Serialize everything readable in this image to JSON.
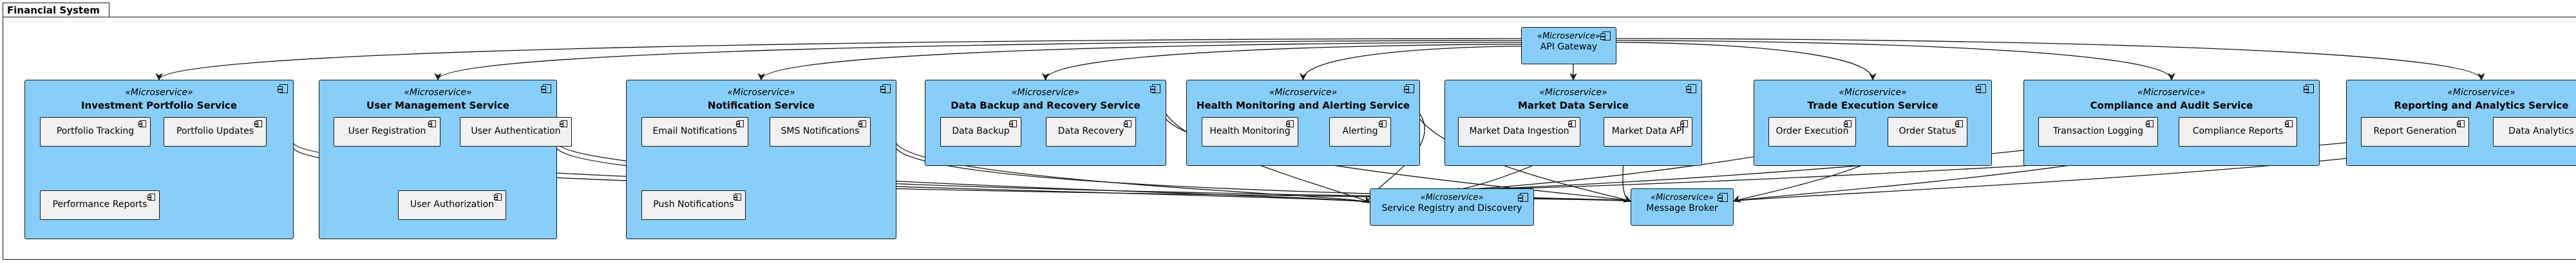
{
  "package": {
    "title": "Financial System"
  },
  "stereotype": "«Microservice»",
  "gateway": {
    "name": "API Gateway"
  },
  "services": [
    {
      "name": "Investment Portfolio Service",
      "components": [
        "Portfolio Tracking",
        "Portfolio Updates",
        "Performance Reports"
      ]
    },
    {
      "name": "User Management Service",
      "components": [
        "User Registration",
        "User Authentication",
        "User Authorization"
      ]
    },
    {
      "name": "Notification Service",
      "components": [
        "Email Notifications",
        "SMS Notifications",
        "Push Notifications"
      ]
    },
    {
      "name": "Data Backup and Recovery Service",
      "components": [
        "Data Backup",
        "Data Recovery"
      ]
    },
    {
      "name": "Health Monitoring and Alerting Service",
      "components": [
        "Health Monitoring",
        "Alerting"
      ]
    },
    {
      "name": "Market Data Service",
      "components": [
        "Market Data Ingestion",
        "Market Data API"
      ]
    },
    {
      "name": "Trade Execution Service",
      "components": [
        "Order Execution",
        "Order Status"
      ]
    },
    {
      "name": "Compliance and Audit Service",
      "components": [
        "Transaction Logging",
        "Compliance Reports"
      ]
    },
    {
      "name": "Reporting and Analytics Service",
      "components": [
        "Report Generation",
        "Data Analytics"
      ]
    }
  ],
  "registry": {
    "name": "Service Registry and Discovery"
  },
  "broker": {
    "name": "Message Broker"
  }
}
